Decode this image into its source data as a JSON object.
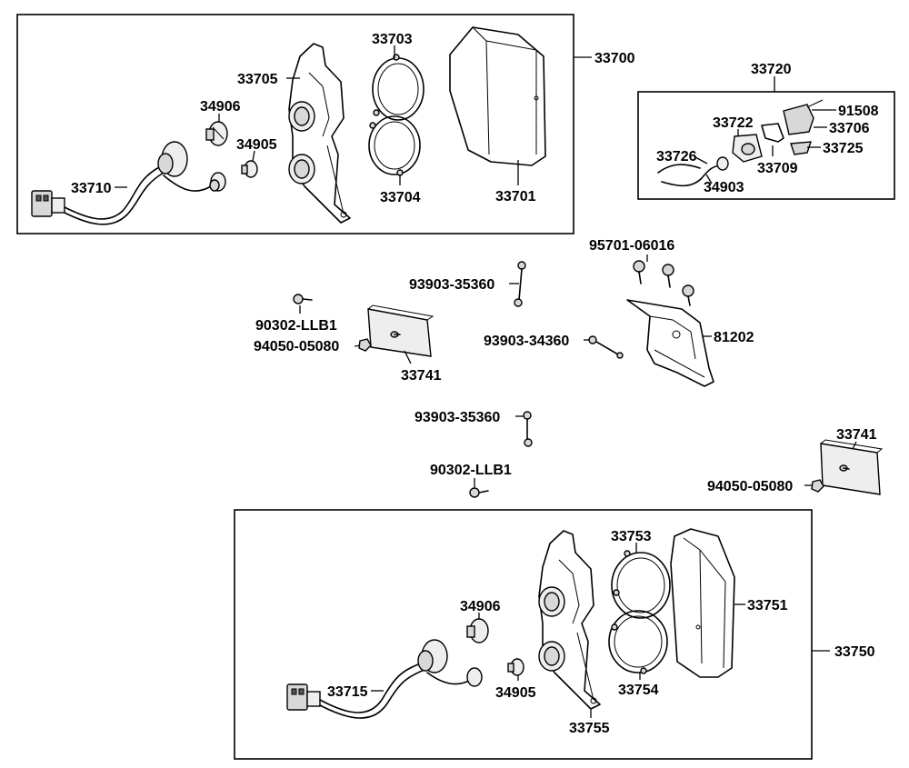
{
  "labels": {
    "l33700": "33700",
    "l33703": "33703",
    "l33705": "33705",
    "l34906a": "34906",
    "l34905a": "34905",
    "l33710": "33710",
    "l33704": "33704",
    "l33701": "33701",
    "l33720": "33720",
    "l91508": "91508",
    "l33722": "33722",
    "l33706": "33706",
    "l33725": "33725",
    "l33726": "33726",
    "l33709": "33709",
    "l34903": "34903",
    "l95701": "95701-06016",
    "l93903a": "93903-35360",
    "l90302a": "90302-LLB1",
    "l94050a": "94050-05080",
    "l33741a": "33741",
    "l93903b": "93903-34360",
    "l81202": "81202",
    "l93903c": "93903-35360",
    "l90302b": "90302-LLB1",
    "l33741b": "33741",
    "l94050b": "94050-05080",
    "l33753": "33753",
    "l33751": "33751",
    "l34906b": "34906",
    "l33750": "33750",
    "l33715": "33715",
    "l34905b": "34905",
    "l33754": "33754",
    "l33755": "33755"
  }
}
